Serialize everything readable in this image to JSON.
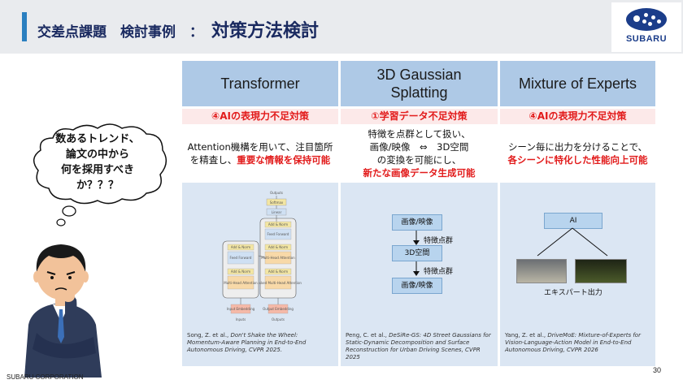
{
  "header": {
    "title_prefix": "交差点課題　検討事例　：",
    "title_main": "対策方法検討",
    "logo_text": "SUBARU"
  },
  "thought_bubble": {
    "lines": [
      "数あるトレンド、",
      "論文の中から",
      "何を採用すべき",
      "か？？？"
    ]
  },
  "columns": [
    {
      "header": "Transformer",
      "tag": "④AIの表現力不足対策",
      "desc_lines": [
        "Attention機構を用いて、注目箇所",
        "を精査し、"
      ],
      "desc_red": "重要な情報を保持可能",
      "ref_authors": "Song, Z. et al., ",
      "ref_title": "Don't Shake the Wheel: Momentum-Aware Planning in End-to-End Autonomous Driving, CVPR 2025."
    },
    {
      "header_lines": [
        "3D Gaussian",
        "Splatting"
      ],
      "tag": "①学習データ不足対策",
      "desc_lines": [
        "特徴を点群として扱い、",
        "画像/映像　⇔　3D空間",
        "の変換を可能にし、"
      ],
      "desc_red": "新たな画像データ生成可能",
      "flow": {
        "box1": "画像/映像",
        "label1": "特徴点群",
        "box2": "3D空間",
        "label2": "特徴点群",
        "box3": "画像/映像"
      },
      "ref_authors": "Peng, C. et al., ",
      "ref_title": "DeSiRe-GS: 4D Street Gaussians for Static-Dynamic Decomposition and Surface Reconstruction for Urban Driving Scenes, CVPR 2025"
    },
    {
      "header": "Mixture of Experts",
      "tag": "④AIの表現力不足対策",
      "desc_lines": [
        "シーン毎に出力を分けることで、"
      ],
      "desc_red": "各シーンに特化した性能向上可能",
      "ai_label": "AI",
      "expert_caption": "エキスパート出力",
      "ref_authors": "Yang, Z. et al., ",
      "ref_title": "DriveMoE: Mixture-of-Experts for Vision-Language-Action Model in End-to-End Autonomous Driving, CVPR 2026"
    }
  ],
  "transformer_diagram": {
    "outputs": "Outputs",
    "softmax": "Softmax",
    "linear": "Linear",
    "add_norm": "Add & Norm",
    "feed_forward": "Feed Forward",
    "mha": "Multi-Head Attention",
    "masked_mha": "Masked Multi-Head Attention",
    "input_embedding": "Input Embedding",
    "output_embedding": "Output Embedding",
    "inputs": "Inputs",
    "outputs_shifted": "Outputs"
  },
  "footer": {
    "company": "SUBARU CORPORATION",
    "page": "30"
  },
  "colors": {
    "header_bar": "#2a7fc0",
    "table_header": "#aec9e6",
    "red_text": "#e21b1b",
    "image_bg": "#dbe6f3"
  }
}
